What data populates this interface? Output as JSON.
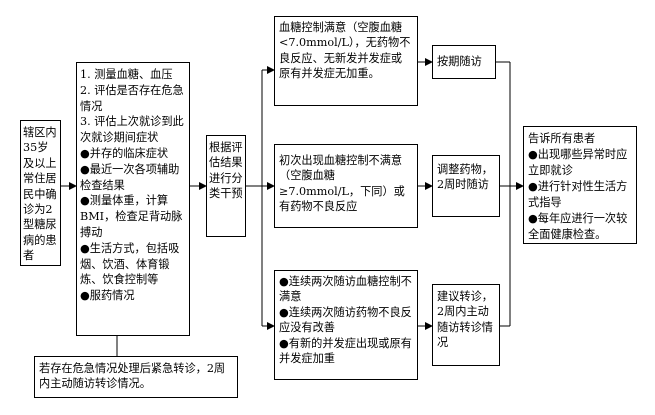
{
  "boxes": {
    "target": "辖区内35岁及以上常住居民中确诊为2型糖尿病的患者",
    "assess": [
      "1. 测量血糖、血压",
      "2. 评估是否存在危急情况",
      "3. 评估上次就诊到此次就诊期间症状",
      "●并存的临床症状",
      "●最近一次各项辅助检查结果",
      "●测量体重，计算BMI，检查足背动脉搏动",
      "●生活方式，包括吸烟、饮酒、体育锻炼、饮食控制等",
      "●服药情况"
    ],
    "emergency": "若存在危急情况处理后紧急转诊，2周内主动随访转诊情况。",
    "classify": "根据评估结果进行分类干预",
    "cond_satisfied": "血糖控制满意（空腹血糖<7.0mmol/L），无药物不良反应、无新发并发症或原有并发症无加重。",
    "cond_first": "初次出现血糖控制不满意（空腹血糖≥7.0mmol/L，下同）或有药物不良反应",
    "cond_refer": [
      "●连续两次随访血糖控制不满意",
      "●连续两次随访药物不良反应没有改善",
      "●有新的并发症出现或原有并发症加重"
    ],
    "act_schedule": "按期随访",
    "act_adjust": "调整药物，2周时随访",
    "act_refer": "建议转诊，2周内主动随访转诊情况",
    "notify": [
      "告诉所有患者",
      "●出现哪些异常时应立即就诊",
      "●进行针对性生活方式指导",
      "●每年应进行一次较全面健康检查。"
    ]
  }
}
